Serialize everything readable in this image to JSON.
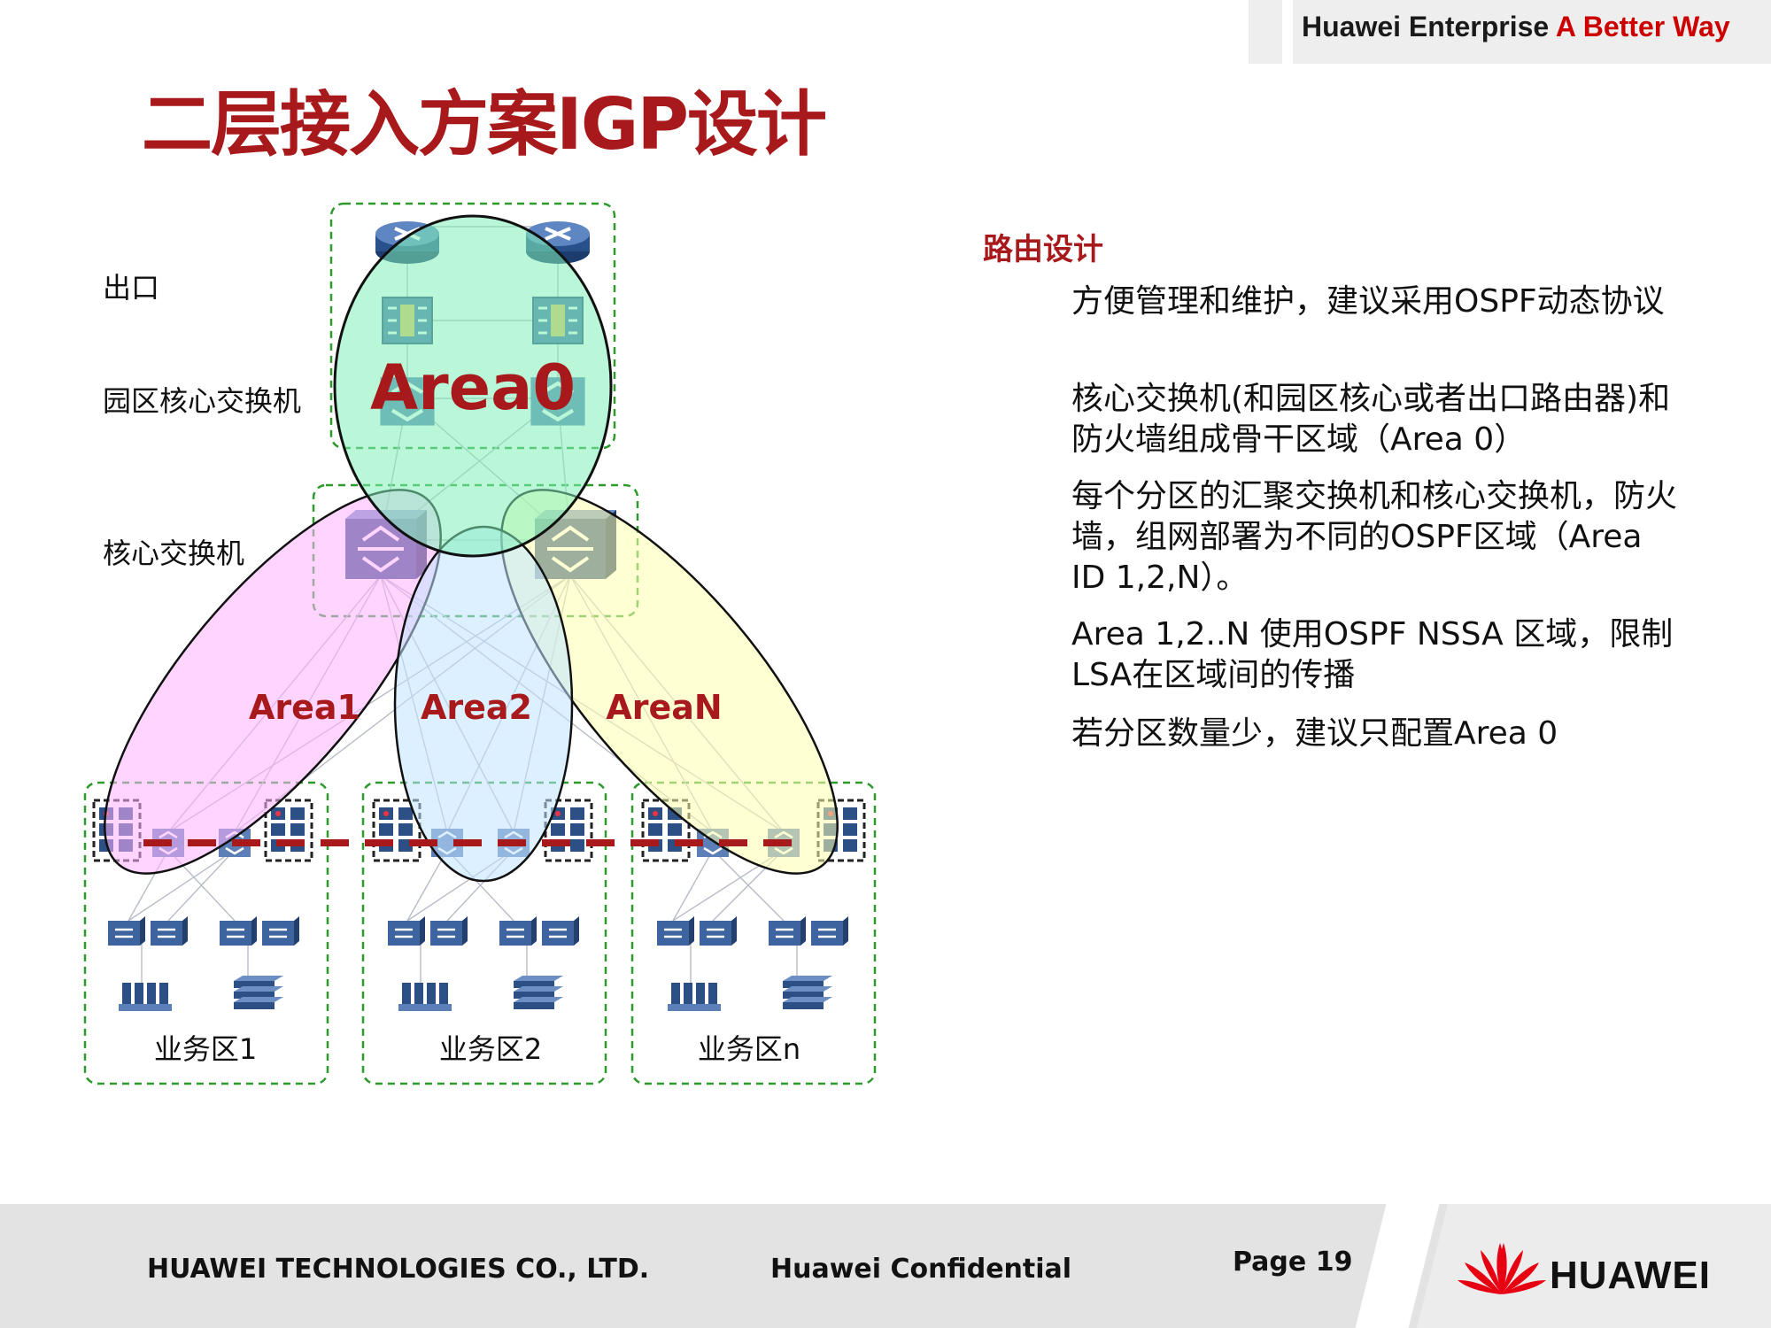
{
  "header": {
    "tagline_prefix": "Huawei Enterprise",
    "tagline_suffix": "A Better Way",
    "title": "二层接入方案IGP设计"
  },
  "diagram": {
    "layers": {
      "egress": "出口",
      "campus_core": "园区核心交换机",
      "core": "核心交换机"
    },
    "areas": {
      "area0": "Area0",
      "area1": "Area1",
      "area2": "Area2",
      "areaN": "AreaN"
    },
    "zones": [
      "业务区1",
      "业务区2",
      "业务区n"
    ],
    "colors": {
      "area0": "#7ff0b8",
      "area1": "#ffb3ff",
      "area2": "#bfe4ff",
      "areaN": "#ffffb0",
      "zone_border": "#2e9a2e",
      "dash_red": "#a8191c"
    }
  },
  "content": {
    "heading": "路由设计",
    "bullets": [
      "方便管理和维护，建议采用OSPF动态协议",
      "核心交换机(和园区核心或者出口路由器)和防火墙组成骨干区域（Area 0）",
      "每个分区的汇聚交换机和核心交换机，防火墙，组网部署为不同的OSPF区域（Area ID 1,2,N）。",
      "Area 1,2..N 使用OSPF NSSA 区域，限制LSA在区域间的传播",
      "若分区数量少，建议只配置Area 0"
    ]
  },
  "footer": {
    "company": "HUAWEI TECHNOLOGIES CO., LTD.",
    "confidential": "Huawei Confidential",
    "page": "Page 19",
    "logo_text": "HUAWEI",
    "brand_color": "#e60012"
  }
}
